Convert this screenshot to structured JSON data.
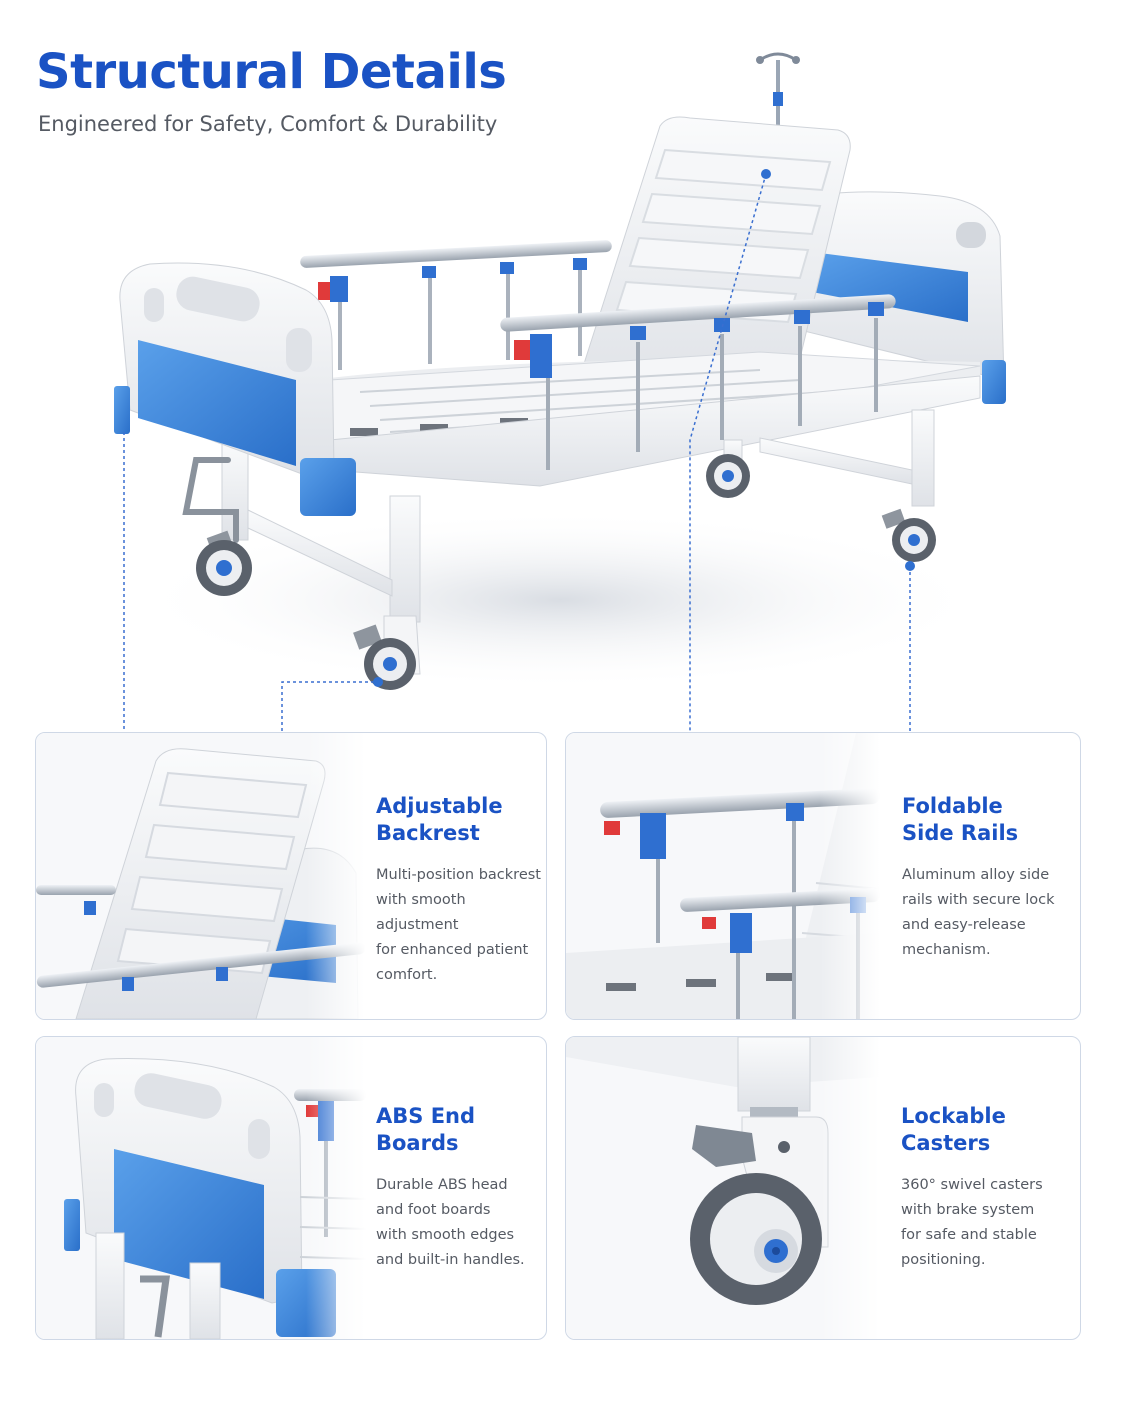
{
  "header": {
    "title": "Structural Details",
    "subtitle": "Engineered for Safety, Comfort & Durability"
  },
  "features": [
    {
      "title": "Adjustable\nBackrest",
      "description": "Multi-position backrest\nwith smooth adjustment\nfor enhanced patient\ncomfort."
    },
    {
      "title": "Foldable\nSide Rails",
      "description": "Aluminum alloy side\nrails with secure lock\nand easy-release\nmechanism."
    },
    {
      "title": "ABS End\nBoards",
      "description": "Durable ABS head\nand foot boards\nwith smooth edges\nand built-in handles."
    },
    {
      "title": "Lockable\nCasters",
      "description": "360° swivel casters\nwith brake system\nfor safe and stable\npositioning."
    }
  ],
  "colors": {
    "accent": "#1a52c4",
    "panel_blue": "#3d86d8",
    "frame_white": "#f2f3f5",
    "rail_silver": "#c9ced6",
    "text_gray": "#555a63"
  }
}
